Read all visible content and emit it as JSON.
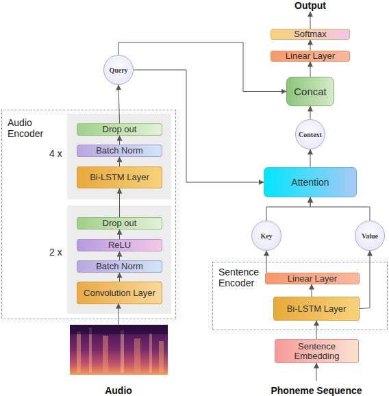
{
  "diagram": {
    "nodes": [
      {
        "text": [
          "Audio Encoder"
        ]
      },
      {
        "text": [
          "4 x"
        ],
        "in": 0
      },
      {
        "text": [
          "Drop out"
        ],
        "in": 1
      },
      {
        "text": [
          "Batch Norm"
        ],
        "in": 1
      },
      {
        "text": [
          "Bi-LSTM Layer"
        ],
        "in": 1
      },
      {
        "text": [
          "2 x"
        ],
        "in": 0
      },
      {
        "text": [
          "Drop out"
        ],
        "in": 5
      },
      {
        "text": [
          "ReLU"
        ],
        "in": 5
      },
      {
        "text": [
          "Batch Norm"
        ],
        "in": 5
      },
      {
        "text": [
          "Convolution Layer"
        ],
        "in": 5
      },
      {
        "text": [
          "Query"
        ]
      },
      {
        "text": [
          "Softmax"
        ]
      },
      {
        "text": [
          "Linear Layer"
        ]
      },
      {
        "text": [
          "Concat"
        ]
      },
      {
        "text": [
          "Context"
        ]
      },
      {
        "text": [
          "Attention"
        ]
      },
      {
        "text": [
          "Key"
        ]
      },
      {
        "text": [
          "Value"
        ]
      },
      {
        "text": [
          "Sentence Encoder"
        ]
      },
      {
        "text": [
          "Linear Layer"
        ],
        "in": 18
      },
      {
        "text": [
          "Bi-LSTM Layer"
        ],
        "in": 18
      },
      {
        "text": [
          "Sentence Embedding"
        ]
      }
    ],
    "edges": [
      {
        "from": 4,
        "to": 3,
        "arrow": "to"
      },
      {
        "from": 3,
        "to": 2,
        "arrow": "to"
      },
      {
        "from": 9,
        "to": 8,
        "arrow": "to"
      },
      {
        "from": 8,
        "to": 7,
        "arrow": "to"
      },
      {
        "from": 7,
        "to": 6,
        "arrow": "to"
      },
      {
        "from": 6,
        "to": 4,
        "arrow": "to"
      },
      {
        "from": 2,
        "to": 10,
        "arrow": "to"
      },
      {
        "from": 10,
        "to": 13,
        "arrow": "to"
      },
      {
        "from": 10,
        "to": 15,
        "arrow": "to"
      },
      {
        "from": 15,
        "to": 14,
        "arrow": "to"
      },
      {
        "from": 14,
        "to": 13,
        "arrow": "to"
      },
      {
        "from": 13,
        "to": 12,
        "arrow": "to"
      },
      {
        "from": 12,
        "to": 11,
        "arrow": "to"
      },
      {
        "from": 16,
        "to": 15,
        "arrow": "to"
      },
      {
        "from": 17,
        "to": 15,
        "arrow": "to"
      },
      {
        "from": 19,
        "to": 16,
        "arrow": "to"
      },
      {
        "from": 20,
        "to": 19,
        "arrow": "to"
      },
      {
        "from": 20,
        "to": 17,
        "arrow": "to"
      },
      {
        "from": 21,
        "to": 20,
        "arrow": "to"
      }
    ],
    "labels": [
      "Output",
      "Audio",
      "Phoneme Sequence"
    ]
  }
}
